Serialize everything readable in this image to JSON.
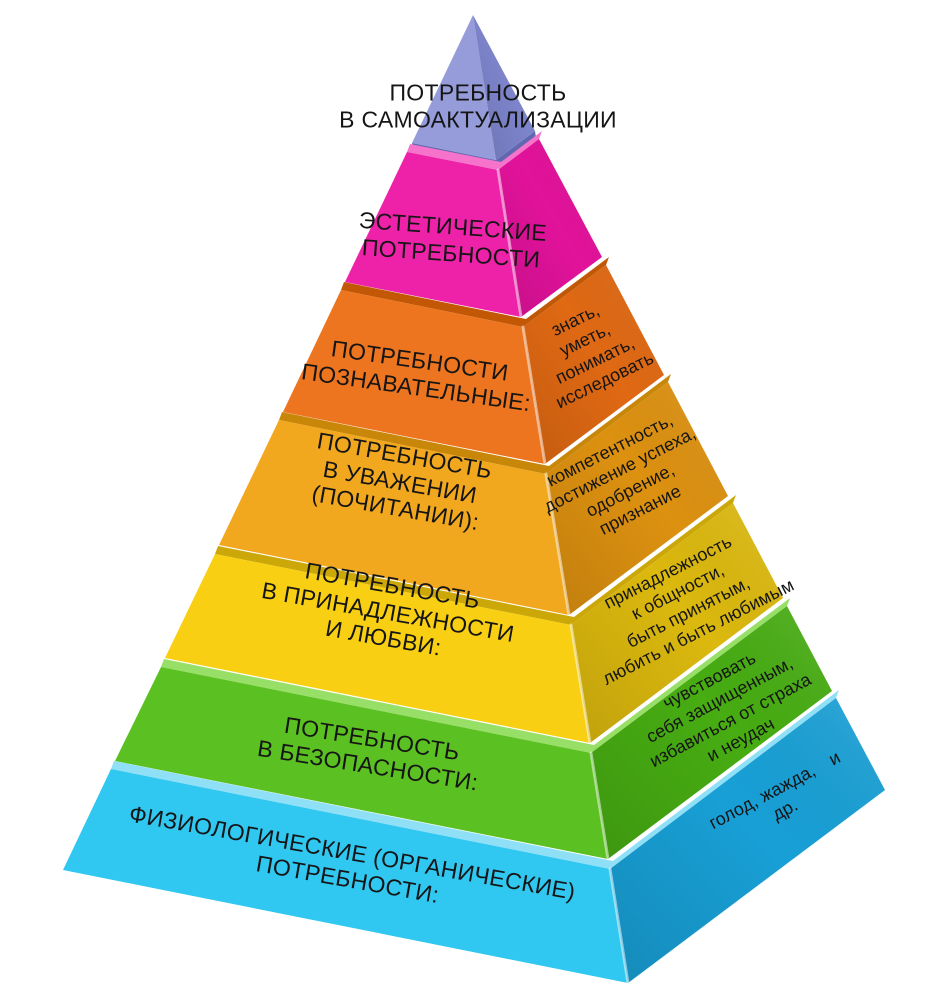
{
  "diagram": {
    "kind": "needs-pyramid",
    "text_color": "#151515",
    "background_color": "#ffffff"
  },
  "pyramid": {
    "levels": [
      {
        "id": "self-actualization",
        "label": "ПОТРЕБНОСТЬ\nВ САМОАКТУАЛИЗАЦИИ",
        "side_note": "",
        "front_color": "#969cda",
        "side_color": "#7d84cb",
        "rim_color": "#6168b0"
      },
      {
        "id": "aesthetic",
        "label": "ЭСТЕТИЧЕСКИЕ\nПОТРЕБНОСТИ",
        "side_note": "",
        "front_color": "#ee21a9",
        "side_color": "#e2129b",
        "rim_color": "#f573cb"
      },
      {
        "id": "cognitive",
        "label": "ПОТРЕБНОСТИ\nПОЗНАВАТЕЛЬНЫЕ:",
        "side_note": "знать,\nуметь,\nпонимать,\nисследовать",
        "front_color": "#ed7520",
        "side_color": "#e06913",
        "rim_color": "#c25806"
      },
      {
        "id": "esteem",
        "label": "ПОТРЕБНОСТЬ\nВ УВАЖЕНИИ\n(ПОЧИТАНИИ):",
        "side_note": "компетентность,\nдостижение успеха,\nодобрение,\nпризнание",
        "front_color": "#f2a81e",
        "side_color": "#dd9110",
        "rim_color": "#c9870a"
      },
      {
        "id": "belonging-love",
        "label": "ПОТРЕБНОСТЬ\nВ ПРИНАДЛЕЖНОСТИ\nИ ЛЮБВИ:",
        "side_note": "принадлежность\nк общности,\nбыть принятым,\nлюбить и быть любимым",
        "front_color": "#f8cf13",
        "side_color": "#dcb90e",
        "rim_color": "#cba808"
      },
      {
        "id": "safety",
        "label": "ПОТРЕБНОСТЬ\nВ БЕЗОПАСНОСТИ:",
        "side_note": "чувствовать\nсебя защищенным,\nизбавиться от страха\nи неудач",
        "front_color": "#5bc021",
        "side_color": "#47ad12",
        "rim_color": "#98df67"
      },
      {
        "id": "physiological",
        "label": "ФИЗИОЛОГИЧЕСКИЕ (ОРГАНИЧЕСКИЕ)\nПОТРЕБНОСТИ:",
        "side_note": "голод, жажда, и др.",
        "front_color": "#30c7f1",
        "side_color": "#18a0d6",
        "rim_color": "#8fe0f7"
      }
    ]
  }
}
